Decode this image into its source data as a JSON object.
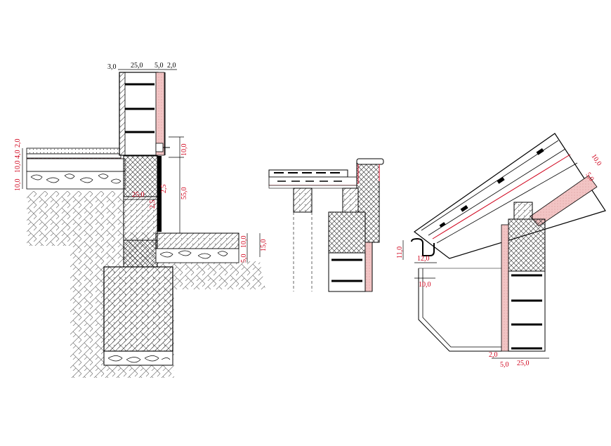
{
  "colors": {
    "line": "#000000",
    "dimension_black": "#000000",
    "dimension_red": "#d0021b",
    "insulation": "#f2c4c4",
    "background": "#ffffff"
  },
  "foundation_detail": {
    "top_dims": [
      "3,0",
      "25,0",
      "5,0",
      "2,0"
    ],
    "left_dims": [
      "2,0",
      "4,0",
      "10,0",
      "10,0"
    ],
    "wall_dims": [
      "10,0",
      "55,0",
      "25,0",
      "2,5",
      "2,5"
    ],
    "step_dims": [
      "10,0",
      "15,0",
      "5,0"
    ]
  },
  "roof_detail": {
    "slope_dims": [
      "10,0",
      "5,0"
    ],
    "gutter_dims": [
      "11,0",
      "12,0",
      "10,0"
    ],
    "bottom_dims": [
      "2,0",
      "5,0",
      "25,0"
    ]
  }
}
